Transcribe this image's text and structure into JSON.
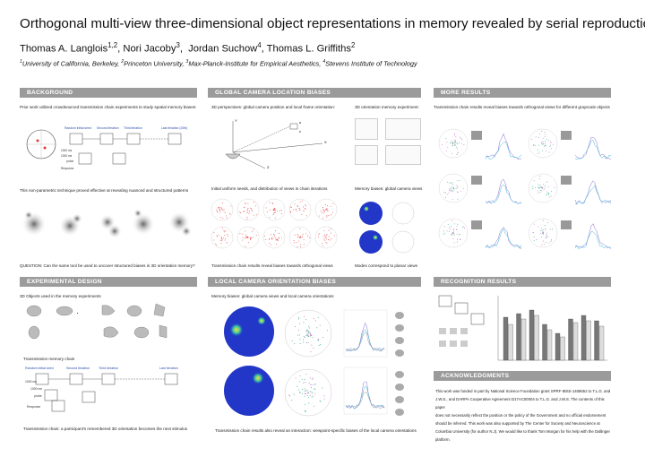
{
  "header": {
    "title": "Orthogonal multi-view three-dimensional object representations in memory revealed by serial reproduction",
    "authors": [
      {
        "name": "Thomas A. Langlois",
        "aff": "1,2"
      },
      {
        "name": "Nori Jacoby",
        "aff": "3"
      },
      {
        "name": "Jordan Suchow",
        "aff": "4"
      },
      {
        "name": "Thomas L. Griffiths",
        "aff": "2"
      }
    ],
    "affiliations": [
      {
        "num": "1",
        "text": "University of California, Berkeley"
      },
      {
        "num": "2",
        "text": "Princeton University"
      },
      {
        "num": "3",
        "text": "Max-Planck-Institute for Empirical Aesthetics"
      },
      {
        "num": "4",
        "text": "Stevens Institute of Technology"
      }
    ]
  },
  "background": {
    "heading": "BACKGROUND",
    "cap1": "Prior work utilized crowdsourced transmission chain experiments to study spatial memory biases:",
    "cap2": "This non-parametric technique proved effective at revealing nuanced and structured patterns",
    "cap3": "QUESTION: Can the same tool be used to uncover structured biases in 3D orientation memory?",
    "diagram": {
      "random_seed": "Random initial seed",
      "second": "Second iteration",
      "third": "Third iteration",
      "last": "Last iteration (20th)",
      "ms1000": "1000 ms",
      "ms1000b": "1000 ms",
      "probe": "probe",
      "response": "Response"
    }
  },
  "experimental": {
    "heading": "EXPERIMENTAL DESIGN",
    "cap1": "3D Objects used in the memory experiments",
    "cap2": "Transmission memory chain",
    "cap3": "Transmission chain: a participant's remembered 3D orientation becomes the next stimulus",
    "diagram": {
      "random_seed": "Random initial seed",
      "second": "Second iteration",
      "third": "Third iteration",
      "last": "Last iteration",
      "ms1000": "1000 ms",
      "ms1000b": "1000 ms",
      "probe": "probe",
      "response": "Response"
    }
  },
  "global": {
    "heading": "GLOBAL CAMERA LOCATION BIASES",
    "cap1": "3D perspectives: global camera position and local frame orientation:",
    "cap2": "3D orientation memory experiment:",
    "cap3": "Initial uniform seeds, and distribution of views in chain iterations",
    "cap4": "Memory biases: global camera views",
    "cap5": "Transmission chain results reveal biases towards orthogonal views",
    "cap6": "Modes correspond to planar views",
    "axis_labels": {
      "x": "X",
      "y": "Y",
      "z": "Z",
      "up": "u",
      "cam": "c"
    }
  },
  "local": {
    "heading": "LOCAL CAMERA ORIENTATION BIASES",
    "cap1": "Memory biases: global camera views and local camera orientations",
    "cap2": "Transmission chain results also reveal an interaction: viewpoint-specific biases of the local camera orientations"
  },
  "more": {
    "heading": "MORE RESULTS",
    "cap1": "Transmission chain results reveal biases towards orthogonal views for different grayscale objects"
  },
  "recognition": {
    "heading": "RECOGNITION RESULTS"
  },
  "ack": {
    "heading": "ACKNOWLEDGMENTS",
    "lines": [
      "This work was funded in part by National Science Foundation grant SPRF-IBSS-1408652 to T.L.G. and",
      "J.W.S., and DARPA Cooperative Agreement D17AC00004 to T.L.G. and J.W.S. The contents of this paper",
      "does not necessarily reflect the position or the policy of the Government and no official endorsement",
      "should be inferred. This work was also supported by The Center for Society and Neuroscience at",
      "Columbia University (for author N.J). We would like to thank Tom Morgan for his help with the Dallinger",
      "platform."
    ]
  },
  "colors": {
    "section_bar": "#9b9b9b",
    "heatmap_blue": "#2236c8",
    "heatmap_yellow": "#f5e13a",
    "line_purple": "#8a6fd1",
    "line_cyan": "#3bb6d8",
    "scatter_green": "#2fae7a",
    "chain_red": "#e0383a"
  }
}
